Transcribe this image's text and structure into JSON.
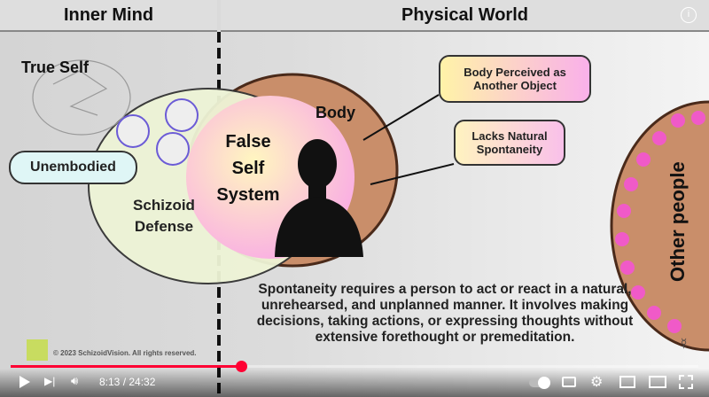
{
  "video": {
    "header_left": "Inner Mind",
    "header_right": "Physical World",
    "true_self": "True Self",
    "unembodied": "Unembodied",
    "schizoid_defense": "Schizoid Defense",
    "false_self": "False Self System",
    "body": "Body",
    "body_perceived": "Body Perceived as Another Object",
    "lacks_spontaneity": "Lacks Natural Spontaneity",
    "other_people": "Other people",
    "caption": "Spontaneity requires a person to act or react in a natural, unrehearsed, and unplanned manner. It involves making decisions, taking actions, or expressing thoughts without extensive forethought or premeditation.",
    "copyright": "© 2023 SchizoidVision. All rights reserved.",
    "watermark": "@SchizoidVision"
  },
  "player": {
    "time_current": "8:13",
    "time_separator": " / ",
    "time_total": "24:32",
    "progress": 0.335,
    "accent": "#ff0033"
  }
}
